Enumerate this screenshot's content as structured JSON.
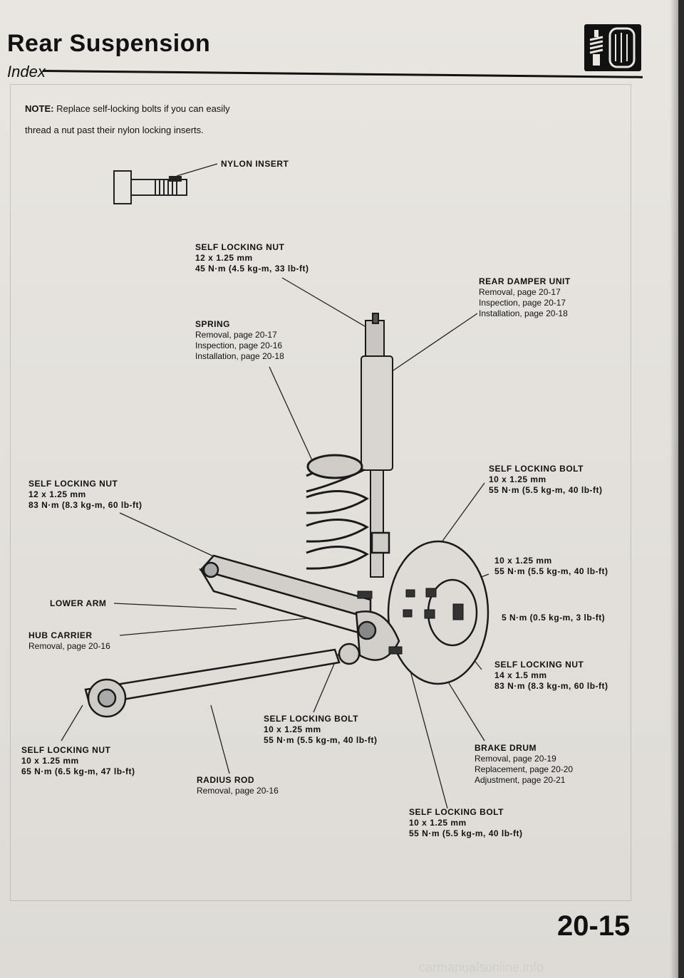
{
  "header": {
    "title": "Rear Suspension",
    "subtitle": "Index",
    "icon": "shock-absorber-icon"
  },
  "note": {
    "prefix": "NOTE:",
    "line1": "Replace self-locking bolts if you can easily",
    "line2": "thread a nut past their nylon locking inserts."
  },
  "labels": {
    "nylon_insert": "NYLON INSERT",
    "top_nut": {
      "name": "SELF LOCKING NUT",
      "size": "12 x 1.25 mm",
      "torque": "45 N·m (4.5 kg-m, 33 lb-ft)"
    },
    "damper": {
      "name": "REAR DAMPER UNIT",
      "l1": "Removal, page 20-17",
      "l2": "Inspection, page 20-17",
      "l3": "Installation, page 20-18"
    },
    "spring": {
      "name": "SPRING",
      "l1": "Removal, page 20-17",
      "l2": "Inspection, page 20-16",
      "l3": "Installation, page 20-18"
    },
    "lower_nut": {
      "name": "SELF LOCKING NUT",
      "size": "12 x 1.25 mm",
      "torque": "83 N·m (8.3 kg-m, 60 lb-ft)"
    },
    "damper_bolt": {
      "name": "SELF LOCKING BOLT",
      "size": "10 x 1.25 mm",
      "torque": "55 N·m (5.5 kg-m, 40 lb-ft)"
    },
    "hub_bolt": {
      "size": "10 x 1.25 mm",
      "torque": "55 N·m (5.5 kg-m, 40 lb-ft)"
    },
    "drum_screw": {
      "torque": "5 N·m (0.5 kg-m, 3 lb-ft)"
    },
    "lower_arm": "LOWER ARM",
    "hub_carrier": {
      "name": "HUB CARRIER",
      "l1": "Removal, page 20-16"
    },
    "spindle_nut": {
      "name": "SELF LOCKING NUT",
      "size": "14 x 1.5 mm",
      "torque": "83 N·m (8.3 kg-m, 60 lb-ft)"
    },
    "arm_bolt": {
      "name": "SELF LOCKING BOLT",
      "size": "10 x 1.25 mm",
      "torque": "55 N·m (5.5 kg-m, 40 lb-ft)"
    },
    "rod_nut": {
      "name": "SELF LOCKING NUT",
      "size": "10 x 1.25 mm",
      "torque": "65 N·m (6.5 kg-m, 47 lb-ft)"
    },
    "radius_rod": {
      "name": "RADIUS ROD",
      "l1": "Removal, page 20-16"
    },
    "brake_drum": {
      "name": "BRAKE DRUM",
      "l1": "Removal, page 20-19",
      "l2": "Replacement, page 20-20",
      "l3": "Adjustment, page 20-21"
    },
    "carrier_bolt": {
      "name": "SELF LOCKING BOLT",
      "size": "10 x 1.25 mm",
      "torque": "55 N·m (5.5 kg-m, 40 lb-ft)"
    }
  },
  "page_number": "20-15",
  "watermark": "carmanualsonline.info"
}
